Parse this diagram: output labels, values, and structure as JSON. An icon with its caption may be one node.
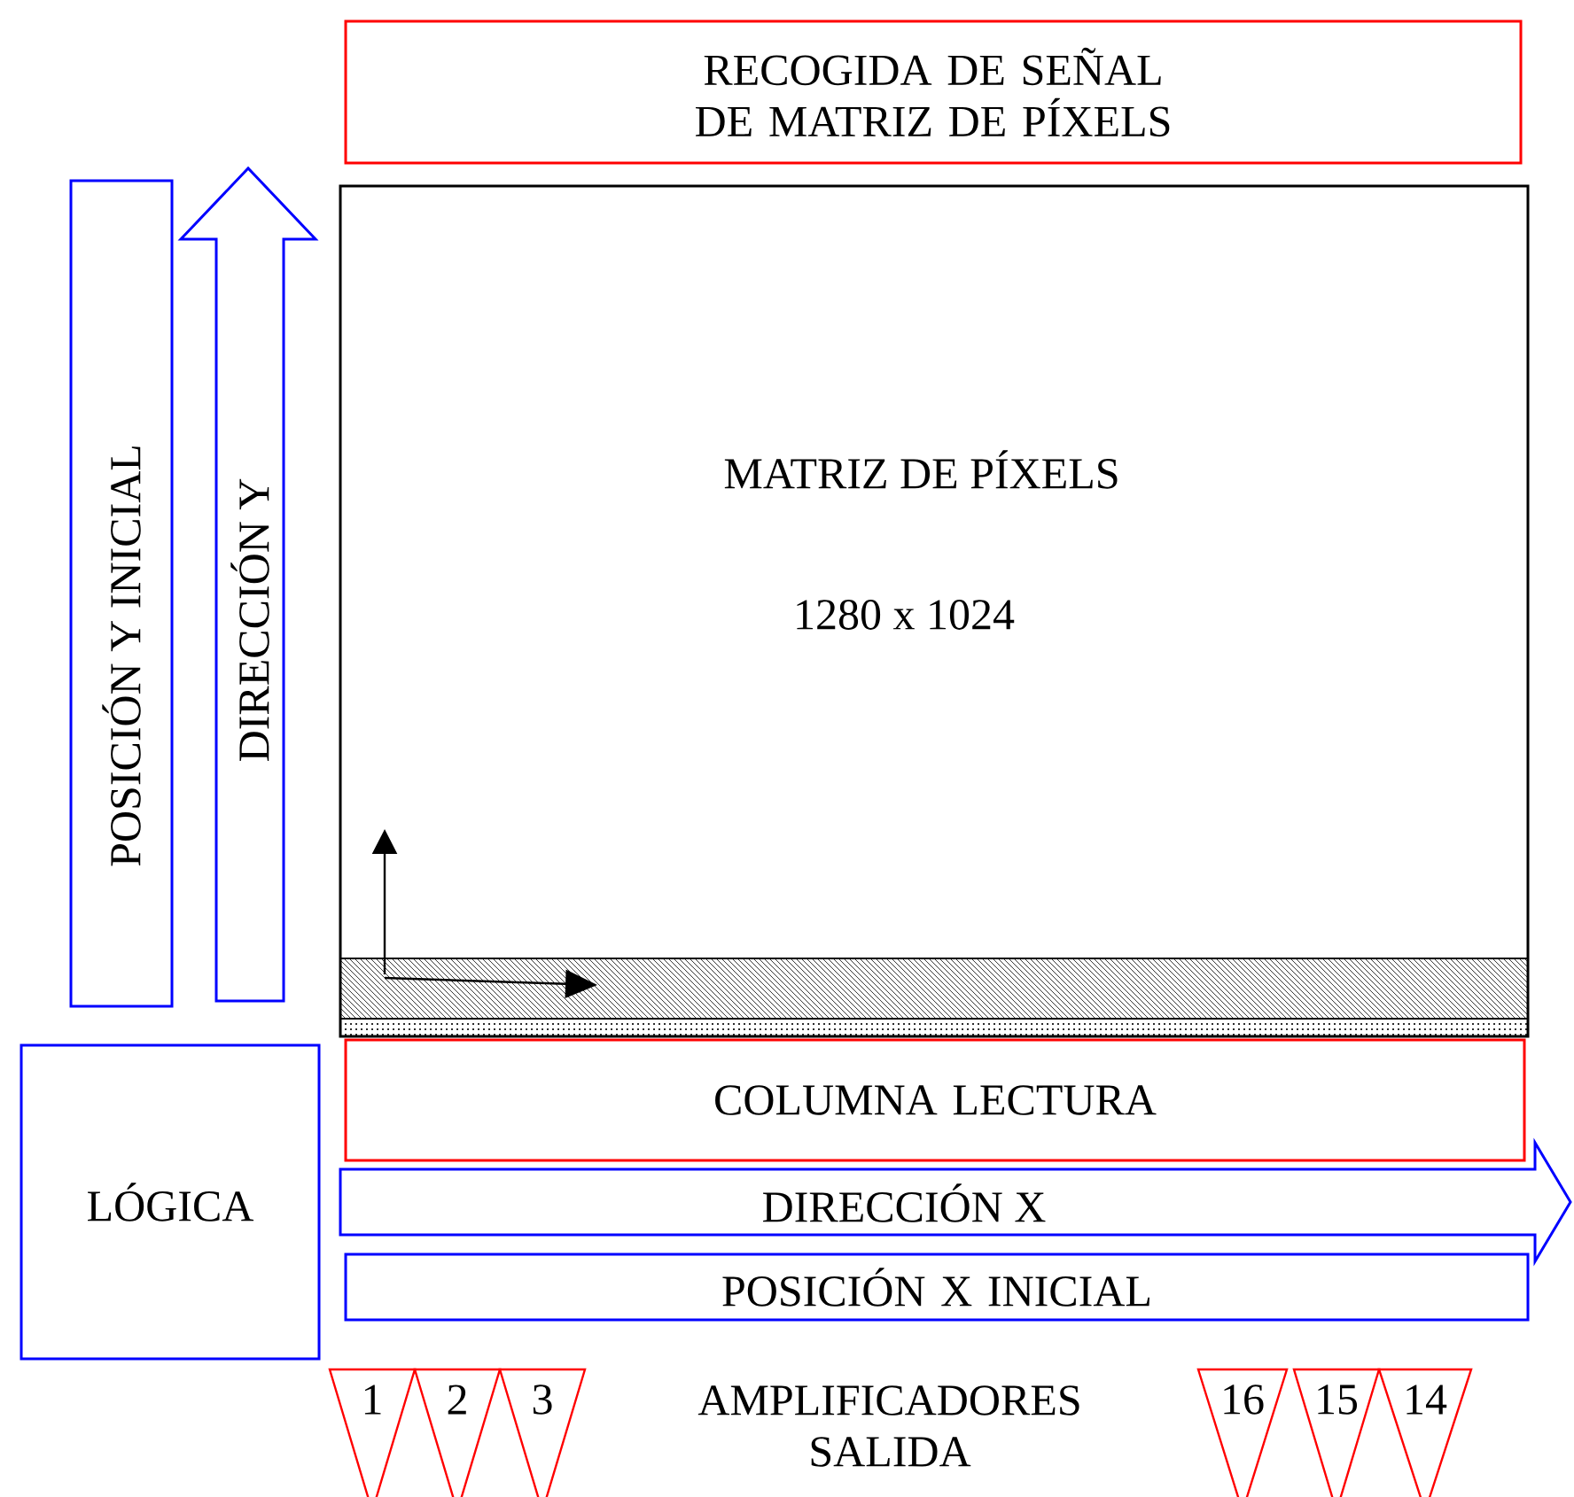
{
  "diagram": {
    "nodes": [
      {
        "text": [
          "RECOGIDA DE SEÑAL DE MATRIZ DE PÍXELS"
        ]
      },
      {
        "text": [
          "MATRIZ DE PÍXELS",
          "1280 x 1024"
        ]
      },
      {
        "text": [
          "POSICIÓN Y INICIAL"
        ]
      },
      {
        "text": [
          "DIRECCIÓN Y"
        ]
      },
      {
        "text": [
          "LÓGICA"
        ]
      },
      {
        "text": [
          "COLUMNA LECTURA"
        ]
      },
      {
        "text": [
          "DIRECCIÓN X"
        ]
      },
      {
        "text": [
          "POSICIÓN X INICIAL"
        ]
      },
      {
        "text": [
          "1"
        ]
      },
      {
        "text": [
          "2"
        ]
      },
      {
        "text": [
          "3"
        ]
      },
      {
        "text": [
          "16"
        ]
      },
      {
        "text": [
          "15"
        ]
      },
      {
        "text": [
          "14"
        ]
      }
    ],
    "labels": [
      "AMPLIFICADORES SALIDA"
    ]
  }
}
